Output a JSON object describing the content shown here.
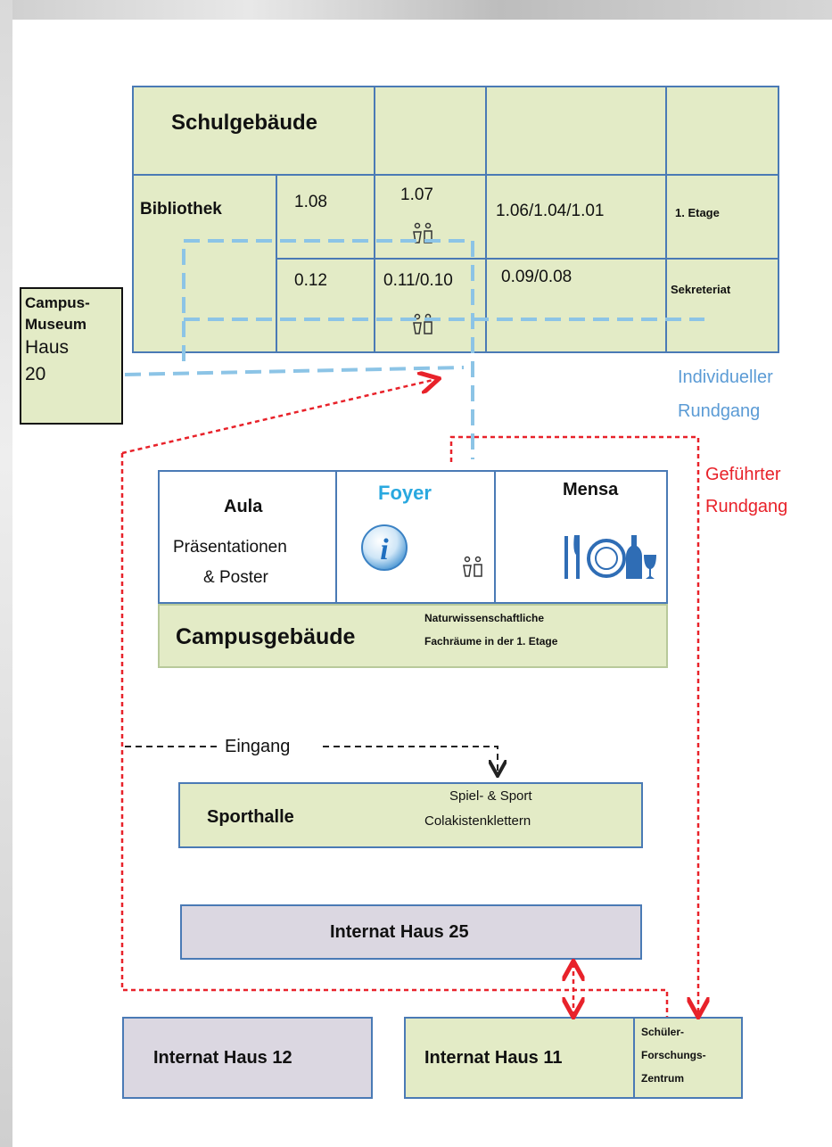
{
  "school": {
    "title": "Schulgebäude",
    "library": "Bibliothek",
    "floor1": {
      "r108": "1.08",
      "r107": "1.07",
      "r106": "1.06/1.04/1.01",
      "label": "1. Etage"
    },
    "floor0": {
      "r012": "0.12",
      "r011": "0.11/0.10",
      "r009": "0.09/0.08",
      "label": "Sekreteriat"
    }
  },
  "museum": {
    "line1": "Campus-",
    "line2": "Museum",
    "line3": "Haus",
    "line4": "20"
  },
  "legend": {
    "individual_1": "Individueller",
    "individual_2": "Rundgang",
    "guided_1": "Geführter",
    "guided_2": "Rundgang",
    "individual_color": "#5b9bd5",
    "guided_color": "#e8222a"
  },
  "campus": {
    "aula": "Aula",
    "aula_sub1": "Präsentationen",
    "aula_sub2": "& Poster",
    "foyer": "Foyer",
    "mensa": "Mensa",
    "name": "Campusgebäude",
    "note1": "Naturwissenschaftliche",
    "note2": "Fachräume in der 1. Etage",
    "foyer_color": "#29a8df"
  },
  "entrance": "Eingang",
  "sport": {
    "name": "Sporthalle",
    "note1": "Spiel- & Sport",
    "note2": "Colakistenklettern"
  },
  "internat25": "Internat Haus 25",
  "internat12": "Internat Haus 12",
  "internat11": "Internat Haus 11",
  "sfz": {
    "line1": "Schüler-",
    "line2": "Forschungs-",
    "line3": "Zentrum"
  },
  "icons": [
    "restroom-icon",
    "info-icon",
    "cutlery-plate-bottle-icon"
  ]
}
